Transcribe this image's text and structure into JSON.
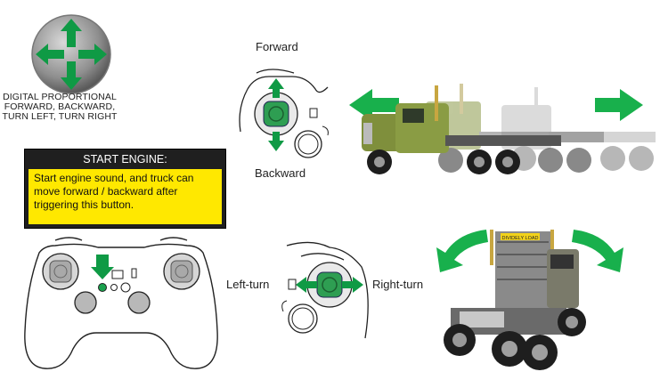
{
  "dpad_caption": [
    "DIGITAL PROPORTIONAL",
    "FORWARD, BACKWARD,",
    "TURN LEFT, TURN RIGHT"
  ],
  "labels": {
    "forward": "Forward",
    "backward": "Backward",
    "left_turn": "Left-turn",
    "right_turn": "Right-turn"
  },
  "start_engine": {
    "title": "START ENGINE:",
    "body": "Start engine sound, and truck can move forward / backward after triggering this button."
  },
  "truck_banner": "DIVIDELY LOAD",
  "colors": {
    "arrow_green": "#17a34a",
    "stick_green": "#2e9e52",
    "highlight_yellow": "#ffe800",
    "truck_green": "#7f8f3c"
  },
  "icons": [
    "dpad-icon",
    "arrow-up-icon",
    "arrow-down-icon",
    "arrow-left-icon",
    "arrow-right-icon",
    "rotate-left-icon",
    "rotate-right-icon"
  ]
}
